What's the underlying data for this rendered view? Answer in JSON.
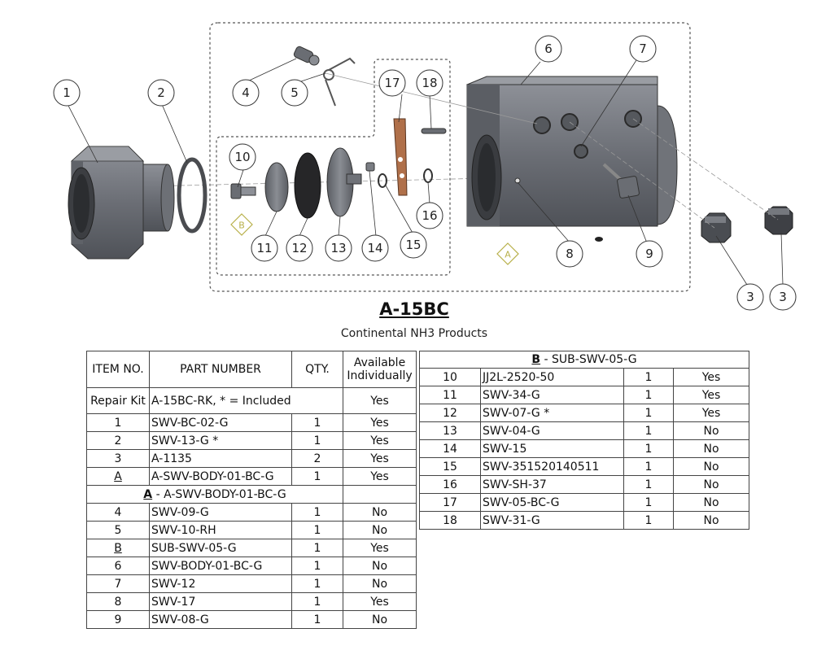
{
  "callouts": {
    "c1": "1",
    "c2": "2",
    "c3a": "3",
    "c3b": "3",
    "c4": "4",
    "c5": "5",
    "c6": "6",
    "c7": "7",
    "c8": "8",
    "c9": "9",
    "c10": "10",
    "c11": "11",
    "c12": "12",
    "c13": "13",
    "c14": "14",
    "c15": "15",
    "c16": "16",
    "c17": "17",
    "c18": "18"
  },
  "markers": {
    "a": "A",
    "b": "B"
  },
  "title": "A-15BC",
  "subtitle": "Continental NH3 Products",
  "left_table": {
    "headers": {
      "item": "ITEM NO.",
      "part": "PART NUMBER",
      "qty": "QTY.",
      "avail_1": "Available",
      "avail_2": "Individually"
    },
    "repair_kit": {
      "item": "Repair Kit",
      "part": "A-15BC-RK, * = Included",
      "avail": "Yes"
    },
    "rows_top": [
      {
        "item": "1",
        "part": "SWV-BC-02-G",
        "qty": "1",
        "avail": "Yes"
      },
      {
        "item": "2",
        "part": "SWV-13-G *",
        "qty": "1",
        "avail": "Yes"
      },
      {
        "item": "3",
        "part": "A-1135",
        "qty": "2",
        "avail": "Yes"
      },
      {
        "item": "A",
        "part": "A-SWV-BODY-01-BC-G",
        "qty": "1",
        "avail": "Yes"
      }
    ],
    "section": {
      "letter": "A",
      "sep": " - ",
      "name": "A-SWV-BODY-01-BC-G"
    },
    "rows_bottom": [
      {
        "item": "4",
        "part": "SWV-09-G",
        "qty": "1",
        "avail": "No"
      },
      {
        "item": "5",
        "part": "SWV-10-RH",
        "qty": "1",
        "avail": "No"
      },
      {
        "item": "B",
        "part": "SUB-SWV-05-G",
        "qty": "1",
        "avail": "Yes"
      },
      {
        "item": "6",
        "part": "SWV-BODY-01-BC-G",
        "qty": "1",
        "avail": "No"
      },
      {
        "item": "7",
        "part": "SWV-12",
        "qty": "1",
        "avail": "No"
      },
      {
        "item": "8",
        "part": "SWV-17",
        "qty": "1",
        "avail": "Yes"
      },
      {
        "item": "9",
        "part": "SWV-08-G",
        "qty": "1",
        "avail": "No"
      }
    ]
  },
  "right_table": {
    "section": {
      "letter": "B",
      "sep": " - ",
      "name": "SUB-SWV-05-G"
    },
    "rows": [
      {
        "item": "10",
        "part": "JJ2L-2520-50",
        "qty": "1",
        "avail": "Yes"
      },
      {
        "item": "11",
        "part": "SWV-34-G",
        "qty": "1",
        "avail": "Yes"
      },
      {
        "item": "12",
        "part": "SWV-07-G *",
        "qty": "1",
        "avail": "Yes"
      },
      {
        "item": "13",
        "part": "SWV-04-G",
        "qty": "1",
        "avail": "No"
      },
      {
        "item": "14",
        "part": "SWV-15",
        "qty": "1",
        "avail": "No"
      },
      {
        "item": "15",
        "part": "SWV-351520140511",
        "qty": "1",
        "avail": "No"
      },
      {
        "item": "16",
        "part": "SWV-SH-37",
        "qty": "1",
        "avail": "No"
      },
      {
        "item": "17",
        "part": "SWV-05-BC-G",
        "qty": "1",
        "avail": "No"
      },
      {
        "item": "18",
        "part": "SWV-31-G",
        "qty": "1",
        "avail": "No"
      }
    ]
  }
}
